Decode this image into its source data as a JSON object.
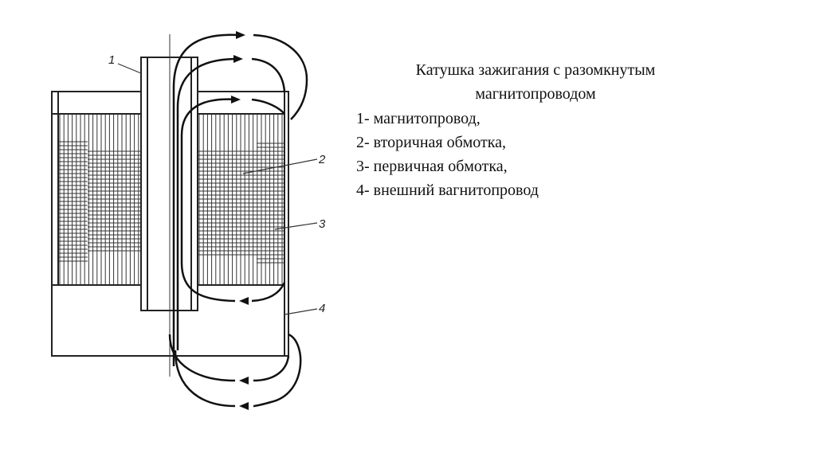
{
  "slide": {
    "title_line1": "Катушка зажигания с разомкнутым",
    "title_line2": "магнитопроводом",
    "legend": [
      "1- магнитопровод,",
      "2- вторичная обмотка,",
      "3- первичная обмотка,",
      "4- внешний вагнитопровод"
    ]
  },
  "diagram": {
    "labels": [
      "1",
      "2",
      "3",
      "4"
    ]
  }
}
